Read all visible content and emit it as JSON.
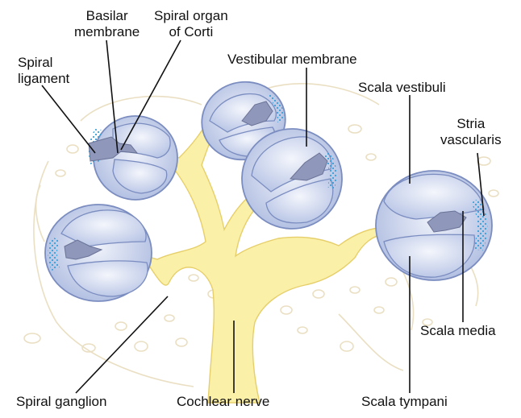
{
  "labels": {
    "basilar_membrane": [
      "Basilar",
      "membrane"
    ],
    "spiral_organ": [
      "Spiral organ",
      "of Corti"
    ],
    "spiral_ligament": [
      "Spiral",
      "ligament"
    ],
    "vestibular_membrane": "Vestibular membrane",
    "scala_vestibuli": "Scala vestibuli",
    "stria_vascularis": [
      "Stria",
      "vascularis"
    ],
    "scala_media": "Scala media",
    "spiral_ganglion": "Spiral ganglion",
    "cochlear_nerve": "Cochlear nerve",
    "scala_tympani": "Scala tympani"
  },
  "colors": {
    "duct_fill": "#c9d3ec",
    "duct_outline": "#7b8dc0",
    "nerve": "#fbf0a8",
    "nerve_outline": "#e6cf6a",
    "organ": "#8f98bb",
    "stria_dots": "#3aa0d8",
    "bone_outline": "#eadfc2",
    "leader": "#111111"
  }
}
